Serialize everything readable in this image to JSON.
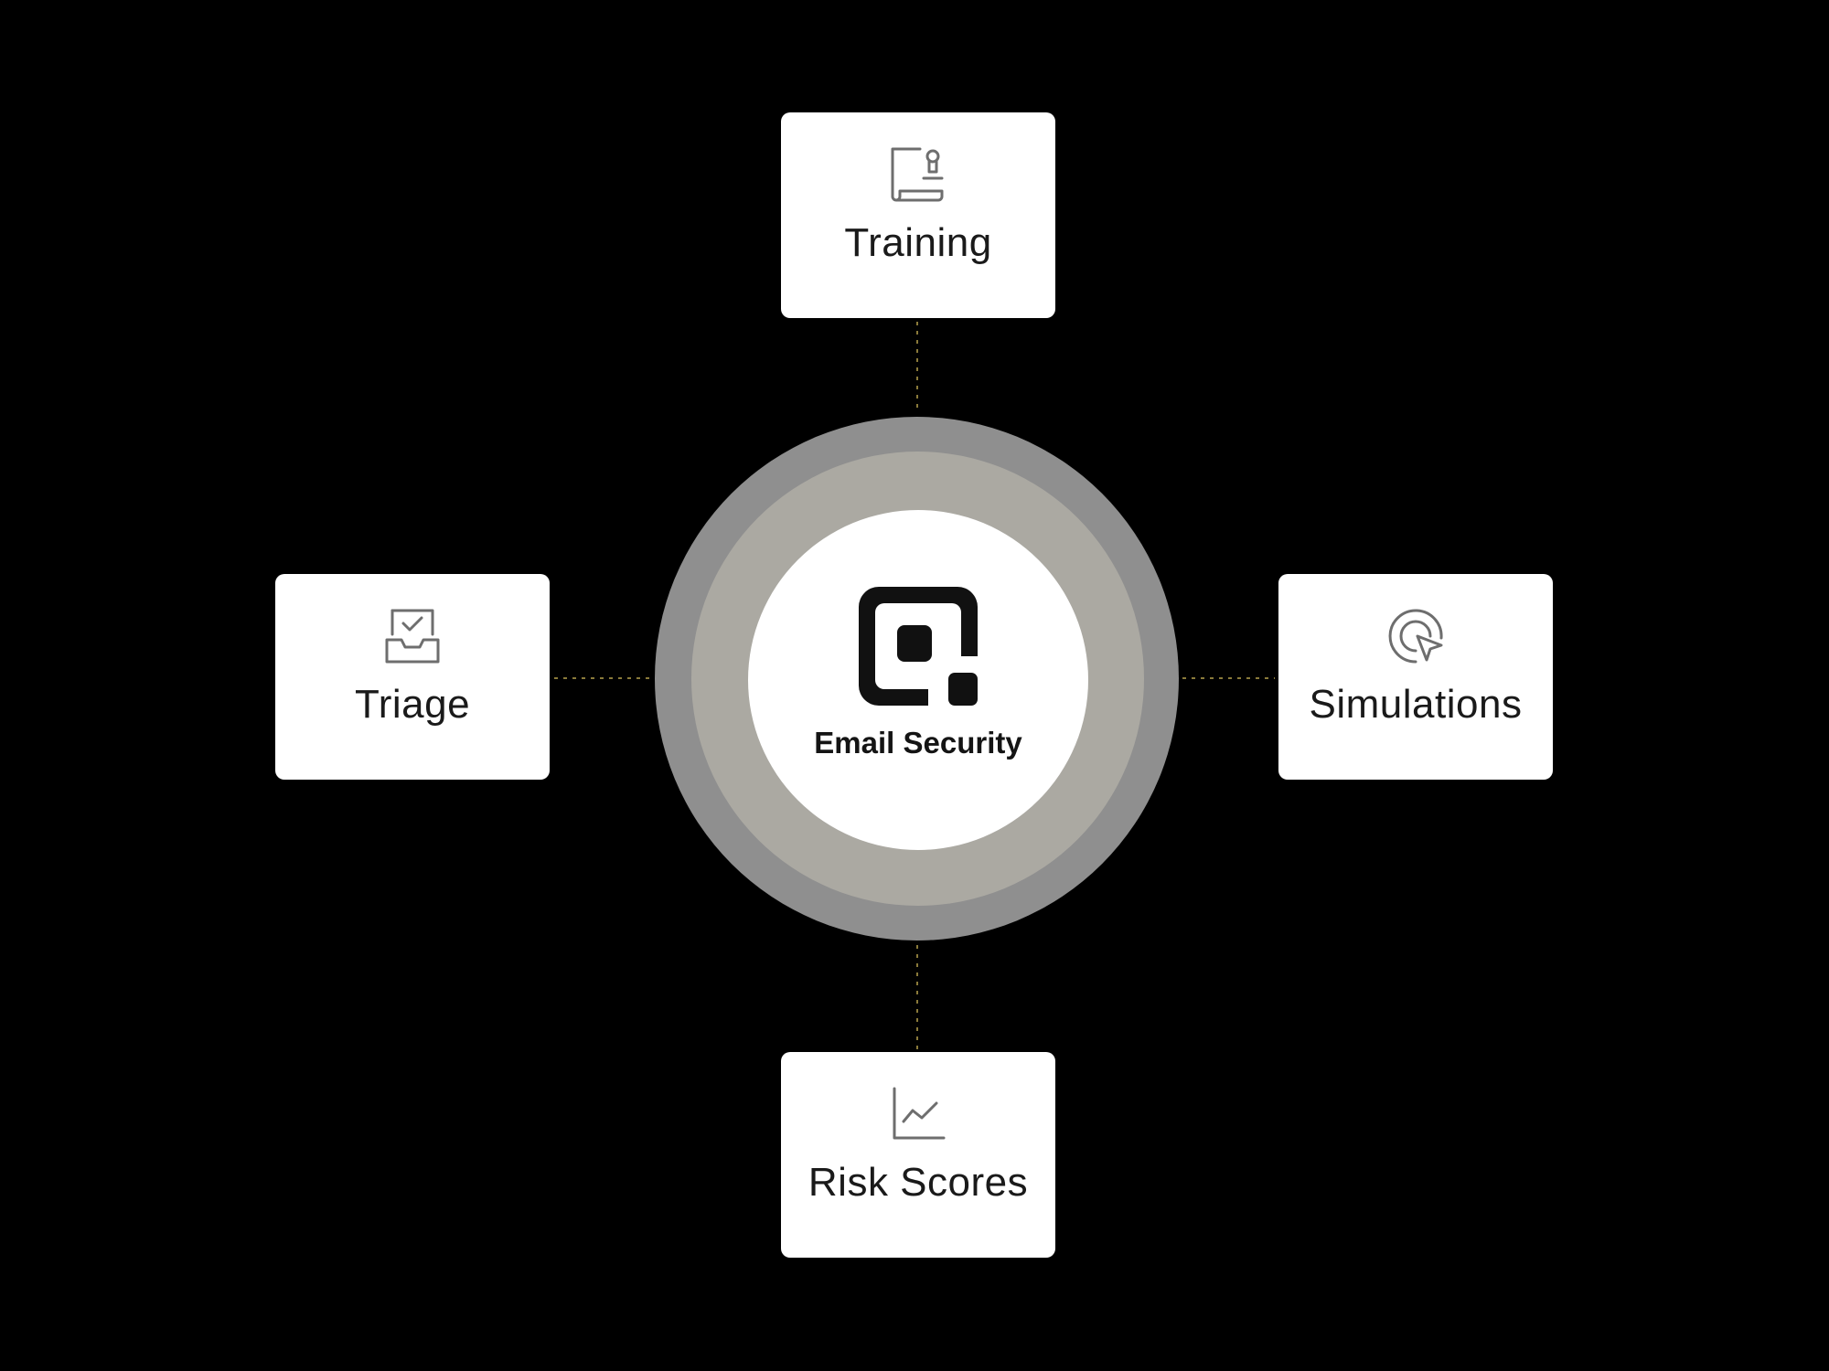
{
  "hub": {
    "label": "Email Security",
    "icon": "email-security-logo-icon"
  },
  "nodes": {
    "training": {
      "label": "Training",
      "icon": "certificate-icon"
    },
    "triage": {
      "label": "Triage",
      "icon": "inbox-check-icon"
    },
    "simulations": {
      "label": "Simulations",
      "icon": "target-cursor-icon"
    },
    "risk_scores": {
      "label": "Risk Scores",
      "icon": "line-chart-icon"
    }
  },
  "colors": {
    "background": "#000000",
    "card": "#ffffff",
    "connector": "#8a7a3a",
    "ring_outer": "#8f8f8f",
    "ring_inner": "#aba9a2",
    "icon_stroke": "#6e6e6e"
  }
}
